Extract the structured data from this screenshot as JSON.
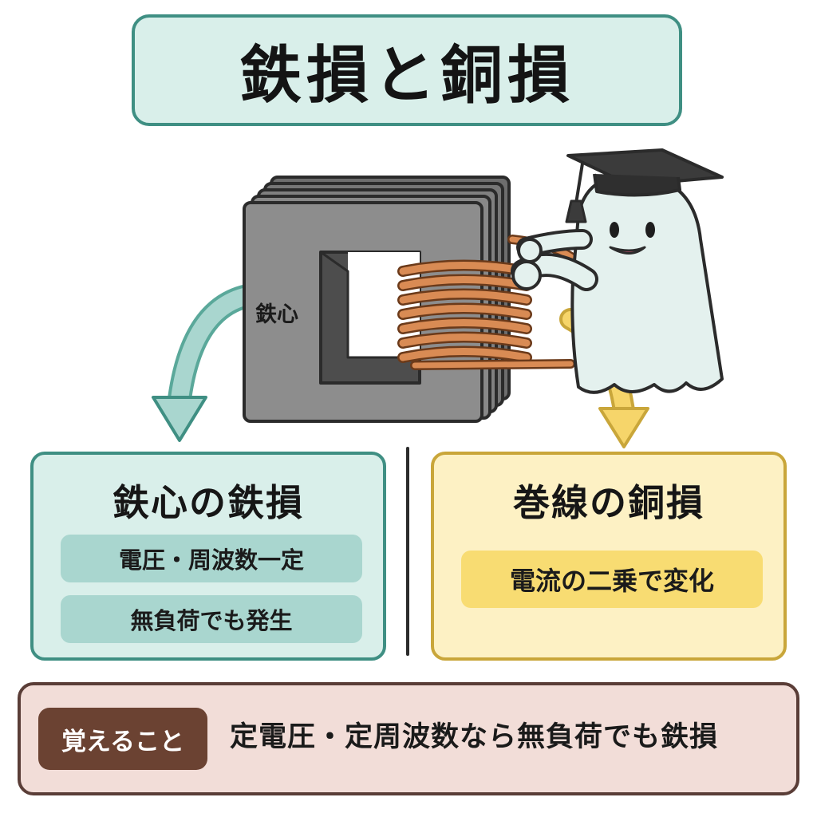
{
  "title": "鉄損と銅損",
  "illustration": {
    "core_label": "鉄心"
  },
  "panels": {
    "iron": {
      "heading": "鉄心の鉄損",
      "points": [
        "電圧・周波数一定",
        "無負荷でも発生"
      ]
    },
    "copper": {
      "heading": "巻線の銅損",
      "points": [
        "電流の二乗で変化"
      ]
    }
  },
  "memo": {
    "badge": "覚えること",
    "text": "定電圧・定周波数なら無負荷でも鉄損"
  },
  "colors": {
    "iron_accent": "#3f8f83",
    "copper_accent": "#c9a63a",
    "memo_accent": "#6b4232"
  }
}
